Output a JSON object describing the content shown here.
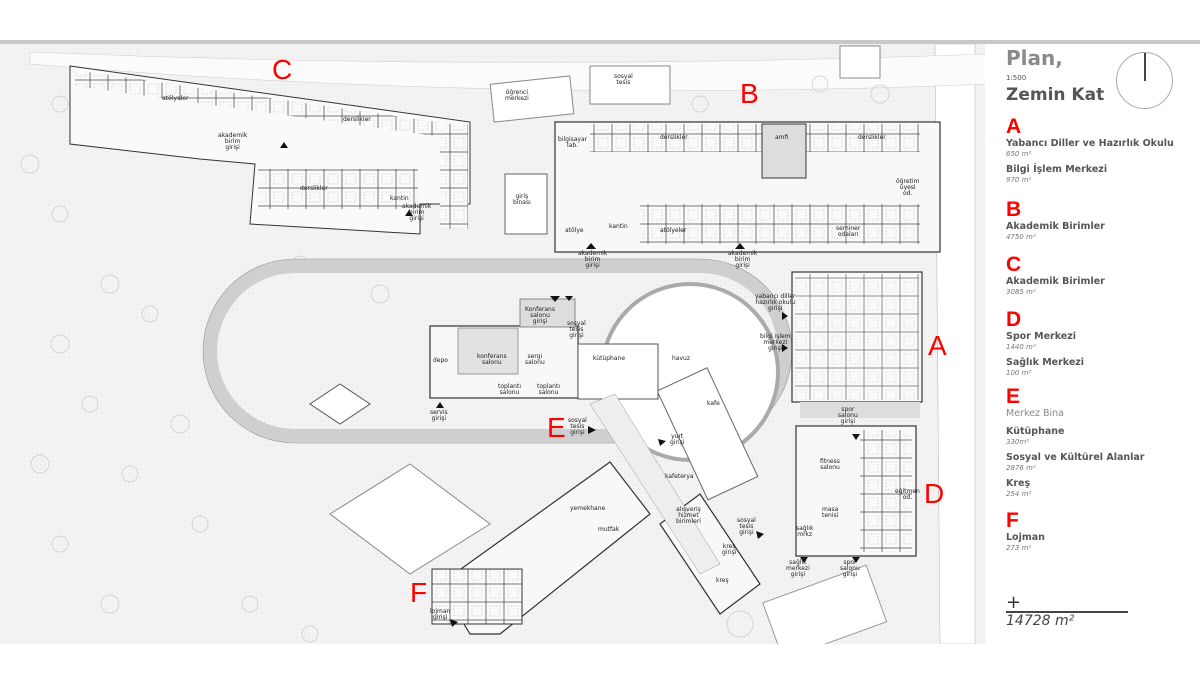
{
  "legend": {
    "title": "Plan,",
    "scale": "1:500",
    "floor": "Zemin Kat",
    "sections": [
      {
        "letter": "A",
        "items": [
          {
            "name": "Yabancı Diller ve Hazırlık Okulu",
            "area": "650 m²"
          },
          {
            "name": "Bilgi İşlem Merkezi",
            "area": "970 m²"
          }
        ]
      },
      {
        "letter": "B",
        "items": [
          {
            "name": "Akademik Birimler",
            "area": "4750 m²"
          }
        ]
      },
      {
        "letter": "C",
        "items": [
          {
            "name": "Akademik Birimler",
            "area": "3085 m²"
          }
        ]
      },
      {
        "letter": "D",
        "items": [
          {
            "name": "Spor Merkezi",
            "area": "1440 m²"
          },
          {
            "name": "Sağlık Merkezi",
            "area": "100 m²"
          }
        ]
      },
      {
        "letter": "E",
        "subtitle": "Merkez Bina",
        "items": [
          {
            "name": "Kütüphane",
            "area": "330m²"
          },
          {
            "name": "Sosyal ve Kültürel Alanlar",
            "area": "2876 m²"
          },
          {
            "name": "Kreş",
            "area": "254 m²"
          }
        ]
      },
      {
        "letter": "F",
        "items": [
          {
            "name": "Lojman",
            "area": "273 m²"
          }
        ]
      }
    ],
    "plus": "+",
    "total": "14728 m²"
  },
  "plan": {
    "zone_letters": {
      "A": "A",
      "B": "B",
      "C": "C",
      "D": "D",
      "E": "E",
      "F": "F"
    },
    "labels": {
      "ogrenci_merkezi": "öğrenci\nmerkezi",
      "sosyal_tesis": "sosyal\ntesis",
      "giris_binasi": "giriş\nbinası",
      "c_atolyeler": "atölyeler",
      "c_derslikler1": "derslikler",
      "c_derslikler2": "derslikler",
      "c_akademik_girisi1": "akademik\nbirim\ngirişi",
      "c_kantin": "kantin",
      "c_akademik_girisi2": "akademik\nbirim\ngirişi",
      "b_bilgisayar_lab": "bilgisayar\nlab.",
      "b_derslikler1": "derslikler",
      "b_amfi": "amfi",
      "b_derslikler2": "derslikler",
      "b_ogretim_uyesi": "öğretim\nüyesi\nod.",
      "b_atolye": "atölye",
      "b_kantin": "kantin",
      "b_atolyeler": "atölyeler",
      "b_seminer": "seminer\nodaları",
      "b_akademik_girisi1": "akademik\nbirim\ngirişi",
      "b_akademik_girisi2": "akademik\nbirim\ngirişi",
      "konferans_girisi": "Konferans\nsalonu\ngirişi",
      "sosyal_tesis_girisi1": "sosyal\ntesis\ngirişi",
      "depo": "depo",
      "konferans_salonu": "konferans\nsalonu",
      "sergi_salonu": "sergi\nsalonu",
      "kutuphane": "kütüphane",
      "havuz": "havuz",
      "toplanti1": "toplantı\nsalonu",
      "toplanti2": "toplantı\nsalonu",
      "servis_girisi": "servis\ngirişi",
      "kafe": "kafe",
      "sosyal_tesis_girisi2": "sosyal\ntesis\ngirişi",
      "yurt_girisi": "yurt\ngirişi",
      "kafeterya": "kafeterya",
      "yemekhane": "yemekhane",
      "mutfak": "mutfak",
      "alisveris": "alışveriş\nhizmet\nbirimleri",
      "kres": "kreş",
      "kres_girisi": "kreş\ngirişi",
      "sosyal_tesis_girisi3": "sosyal\ntesis\ngirişi",
      "yabanci_diller_girisi": "yabancı diller\nhazırlık okulu\ngirişi",
      "bilgi_islem_girisi": "bilgi işlem\nmerkezi\ngirişi",
      "spor_salonu_girisi1": "spor\nsalonu\ngirişi",
      "fitness": "fitness\nsalonu",
      "masa_tenisi": "masa\ntenisi",
      "egitmen": "eğitmen\nod.",
      "saglik_mrkz": "sağlık\nmrkz",
      "saglik_girisi": "sağlık\nmerkezi\ngirişi",
      "spor_salonu_girisi2": "spor\nsalonu\ngirişi",
      "lojman_girisi": "lojman\ngirişi"
    }
  }
}
